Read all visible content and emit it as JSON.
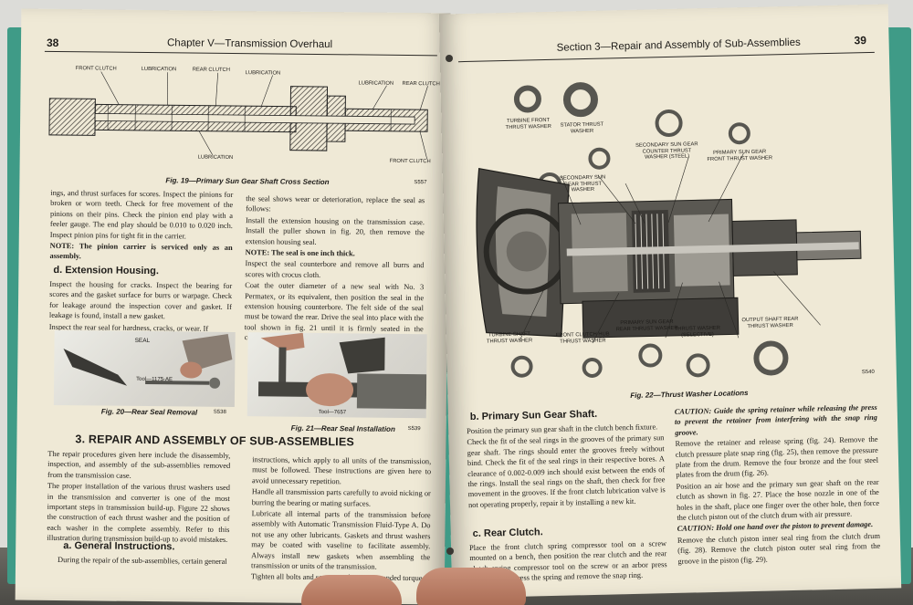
{
  "left_page": {
    "page_number": "38",
    "running_head": "Chapter V—Transmission Overhaul",
    "fig19": {
      "callouts": {
        "front_clutch": "FRONT CLUTCH",
        "lubrication_1": "LUBRICATION",
        "rear_clutch": "REAR CLUTCH",
        "lubrication_2": "LUBRICATION",
        "lubrication_3": "LUBRICATION",
        "rear_clutch_2": "REAR CLUTCH",
        "lubrication_4": "LUBRICATION",
        "front_clutch_2": "FRONT CLUTCH"
      },
      "caption": "Fig. 19—Primary Sun Gear Shaft Cross Section",
      "number": "S557"
    },
    "col1_top": [
      "ings, and thrust surfaces for scores. Inspect the pinions for broken or worn teeth. Check for free movement of the pinions on their pins. Check the pinion end play with a feeler gauge. The end play should be 0.010 to 0.020 inch. Inspect pinion pins for tight fit in the carrier.",
      "NOTE: The pinion carrier is serviced only as an assembly."
    ],
    "heading_d": "d.  Extension Housing.",
    "col1_d": [
      "Inspect the housing for cracks. Inspect the bearing for scores and the gasket surface for burrs or warpage. Check for leakage around the inspection cover and gasket. If leakage is found, install a new gasket.",
      "Inspect the rear seal for hardness, cracks, or wear. If"
    ],
    "col2_top": [
      "the seal shows wear or deterioration, replace the seal as follows:",
      "Install the extension housing on the transmission case. Install the puller shown in fig. 20, then remove the extension housing seal.",
      "NOTE: The seal is one inch thick.",
      "Inspect the seal counterbore and remove all burrs and scores with crocus cloth.",
      "Coat the outer diameter of a new seal with No. 3 Permatex, or its equivalent, then position the seal in the extension housing counterbore. The felt side of the seal must be toward the rear. Drive the seal into place with the tool shown in fig. 21 until it is firmly seated in the counterbore."
    ],
    "fig20": {
      "seal_label": "SEAL",
      "tool_label": "Tool—1175-AE",
      "caption": "Fig. 20—Rear Seal Removal",
      "number": "S538"
    },
    "fig21": {
      "tool_label": "Tool—7657",
      "caption": "Fig. 21—Rear Seal Installation",
      "number": "S539"
    },
    "heading_3": "3.  REPAIR AND ASSEMBLY OF SUB-ASSEMBLIES",
    "col1_bottom": [
      "The repair procedures given here include the disassembly, inspection, and assembly of the sub-assemblies removed from the transmission case.",
      "The proper installation of the various thrust washers used in the transmission and converter is one of the most important steps in transmission build-up. Figure 22 shows the construction of each thrust washer and the position of each washer in the complete assembly. Refer to this illustration during transmission build-up to avoid mistakes."
    ],
    "heading_a": "a.  General Instructions.",
    "col1_a": "During the repair of the sub-assemblies, certain general",
    "col2_bottom": [
      "instructions, which apply to all units of the transmission, must be followed. These instructions are given here to avoid unnecessary repetition.",
      "Handle all transmission parts carefully to avoid nicking or burring the bearing or mating surfaces.",
      "Lubricate all internal parts of the transmission before assembly with Automatic Transmission Fluid-Type A. Do not use any other lubricants. Gaskets and thrust washers may be coated with vaseline to facilitate assembly. Always install new gaskets when assembling the transmission or units of the transmission.",
      "Tighten all bolts and screws to the recommended torque."
    ]
  },
  "right_page": {
    "page_number": "39",
    "running_head": "Section 3—Repair and Assembly of Sub-Assemblies",
    "fig22": {
      "labels": {
        "turbine_front": "TURBINE FRONT\nTHRUST WASHER",
        "stator": "STATOR THRUST\nWASHER",
        "secondary_counter": "SECONDARY SUN GEAR\nCOUNTER THRUST\nWASHER (STEEL)",
        "primary_front": "PRIMARY SUN GEAR\nFRONT THRUST WASHER",
        "secondary_thrust": "SECONDARY SUN\nGEAR THRUST\nWASHER",
        "turbine_shaft": "TURBINE SHAFT\nTHRUST WASHER",
        "front_clutch_hub": "FRONT CLUTCH HUB\nTHRUST WASHER",
        "primary_rear": "PRIMARY SUN GEAR\nREAR THRUST WASHER",
        "thrust_selective": "THRUST WASHER\n(SELECTIVE)",
        "output_rear": "OUTPUT SHAFT REAR\nTHRUST WASHER"
      },
      "caption": "Fig. 22—Thrust Washer Locations",
      "number": "S540"
    },
    "heading_b": "b.  Primary Sun Gear Shaft.",
    "col1_b": [
      "Position the primary sun gear shaft in the clutch bench fixture.",
      "Check the fit of the seal rings in the grooves of the primary sun gear shaft. The rings should enter the grooves freely without bind. Check the fit of the seal rings in their respective bores. A clearance of 0.002-0.009 inch should exist between the ends of the rings. Install the seal rings on the shaft, then check for free movement in the grooves. If the front clutch lubrication valve is not operating properly, repair it by installing a new kit."
    ],
    "heading_c": "c.  Rear Clutch.",
    "col1_c": "Place the front clutch spring compressor tool on a screw mounted on a bench, then position the rear clutch and the rear clutch spring compressor tool on the screw or an arbor press (fig. 23). Compress the spring and remove the snap ring.",
    "col2": [
      "CAUTION: Guide the spring retainer while releasing the press to prevent the retainer from interfering with the snap ring groove.",
      "Remove the retainer and release spring (fig. 24). Remove the clutch pressure plate snap ring (fig. 25), then remove the pressure plate from the drum. Remove the four bronze and the four steel plates from the drum (fig. 26).",
      "Position an air hose and the primary sun gear shaft on the rear clutch as shown in fig. 27. Place the hose nozzle in one of the holes in the shaft, place one finger over the other hole, then force the clutch piston out of the clutch drum with air pressure.",
      "CAUTION: Hold one hand over the piston to prevent damage.",
      "Remove the clutch piston inner seal ring from the clutch drum (fig. 28). Remove the clutch piston outer seal ring from the groove in the piston (fig. 29)."
    ]
  }
}
